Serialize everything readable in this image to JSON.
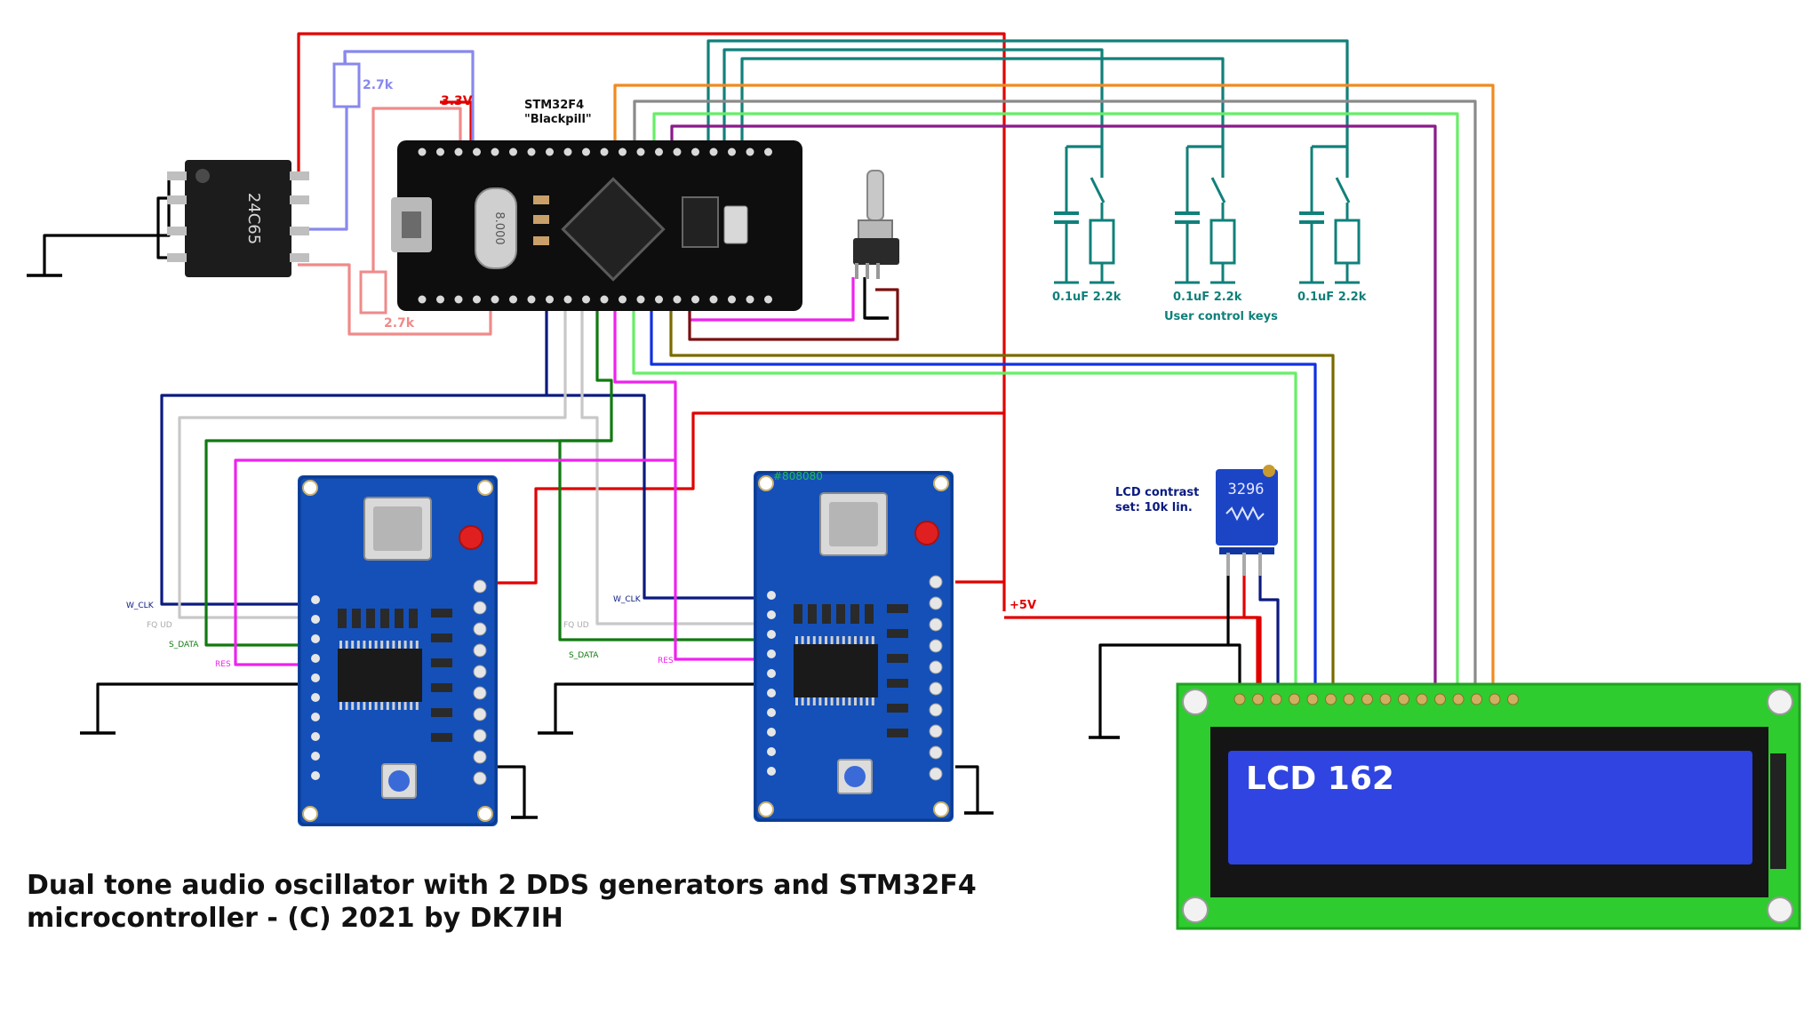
{
  "labels": {
    "mcu_name": "STM32F4",
    "mcu_alias": "\"Blackpill\"",
    "eeprom": "24C65",
    "r_top": "2.7k",
    "r_bottom": "2.7k",
    "v33": "3.3V",
    "v5": "+5V",
    "lcd_contrast_1": "LCD contrast",
    "lcd_contrast_2": "set: 10k lin.",
    "trimmer": "3296",
    "user_keys": "User control keys",
    "key_parts": [
      "0.1uF 2.2k",
      "0.1uF 2.2k",
      "0.1uF 2.2k"
    ],
    "lcd_text": "LCD 162",
    "crystal": "8.000",
    "dds1_signals": [
      "W_CLK",
      "FQ UD",
      "S_DATA",
      "RES"
    ],
    "dds2_signals": [
      "W_CLK",
      "FQ UD",
      "S_DATA",
      "RES"
    ],
    "dds2_tag": "#808080"
  },
  "caption": {
    "line1": "Dual tone audio oscillator with 2 DDS generators and STM32F4",
    "line2": "microcontroller - (C) 2021 by DK7IH"
  },
  "colors": {
    "red": "#e00000",
    "teal": "#10807a",
    "orange": "#f08a20",
    "gray": "#888888",
    "lightgreen": "#66ee66",
    "purple": "#8a1a8a",
    "navy": "#0a1a80",
    "darkgreen": "#107a10",
    "magenta": "#ee22ee",
    "pink": "#f08a8a",
    "lavender": "#8888ee",
    "olive": "#7a6a00",
    "blue": "#1030e0",
    "brown": "#7a1010",
    "board_blue": "#1450b8",
    "lcd_green": "#2ecc2e",
    "lcd_blue": "#2f44e0"
  }
}
